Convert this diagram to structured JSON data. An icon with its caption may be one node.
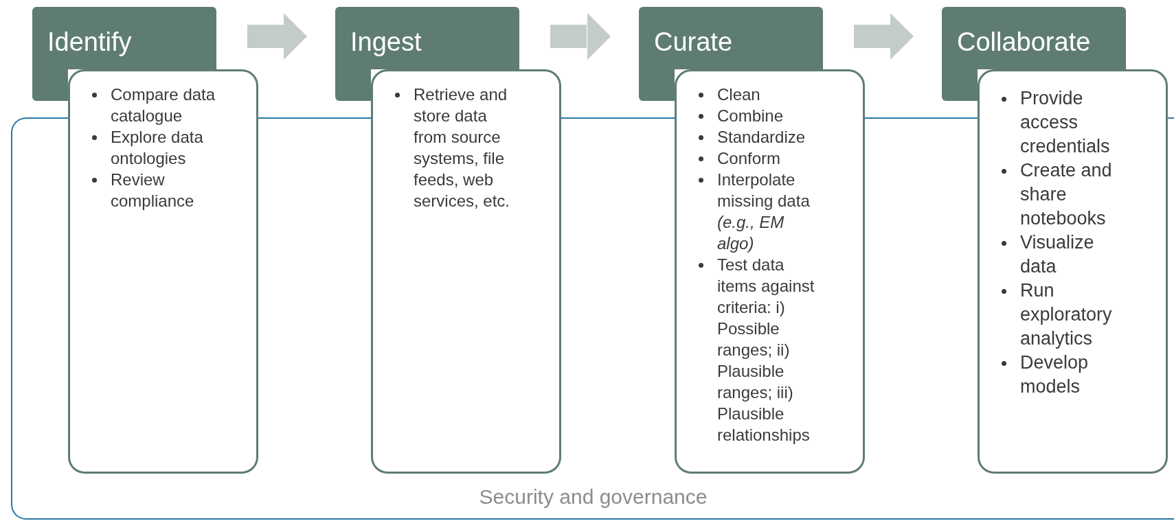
{
  "diagram": {
    "nodes": [
      {
        "text": [
          "Identify"
        ]
      },
      {
        "text": [
          "Compare data catalogue",
          "Explore data ontologies",
          "Review compliance"
        ]
      },
      {
        "text": [
          "Ingest"
        ]
      },
      {
        "text": [
          "Retrieve and store data from source systems, file feeds, web services, etc."
        ]
      },
      {
        "text": [
          "Curate"
        ]
      },
      {
        "text": [
          "Clean",
          "Combine",
          "Standardize",
          "Conform",
          "Interpolate missing data *(e.g., EM algo)*",
          "Test data items against criteria: i) Possible ranges; ii) Plausible ranges; iii) Plausible relationships"
        ]
      },
      {
        "text": [
          "Collaborate"
        ]
      },
      {
        "text": [
          "Provide access credentials",
          "Create and share notebooks",
          "Visualize data",
          "Run exploratory analytics",
          "Develop models"
        ]
      },
      {
        "text": [
          "Security and governance"
        ]
      }
    ],
    "edges": [
      {
        "from": 0,
        "to": 2,
        "arrow": "to"
      },
      {
        "from": 2,
        "to": 4,
        "arrow": "to"
      },
      {
        "from": 4,
        "to": 6,
        "arrow": "to"
      }
    ]
  }
}
